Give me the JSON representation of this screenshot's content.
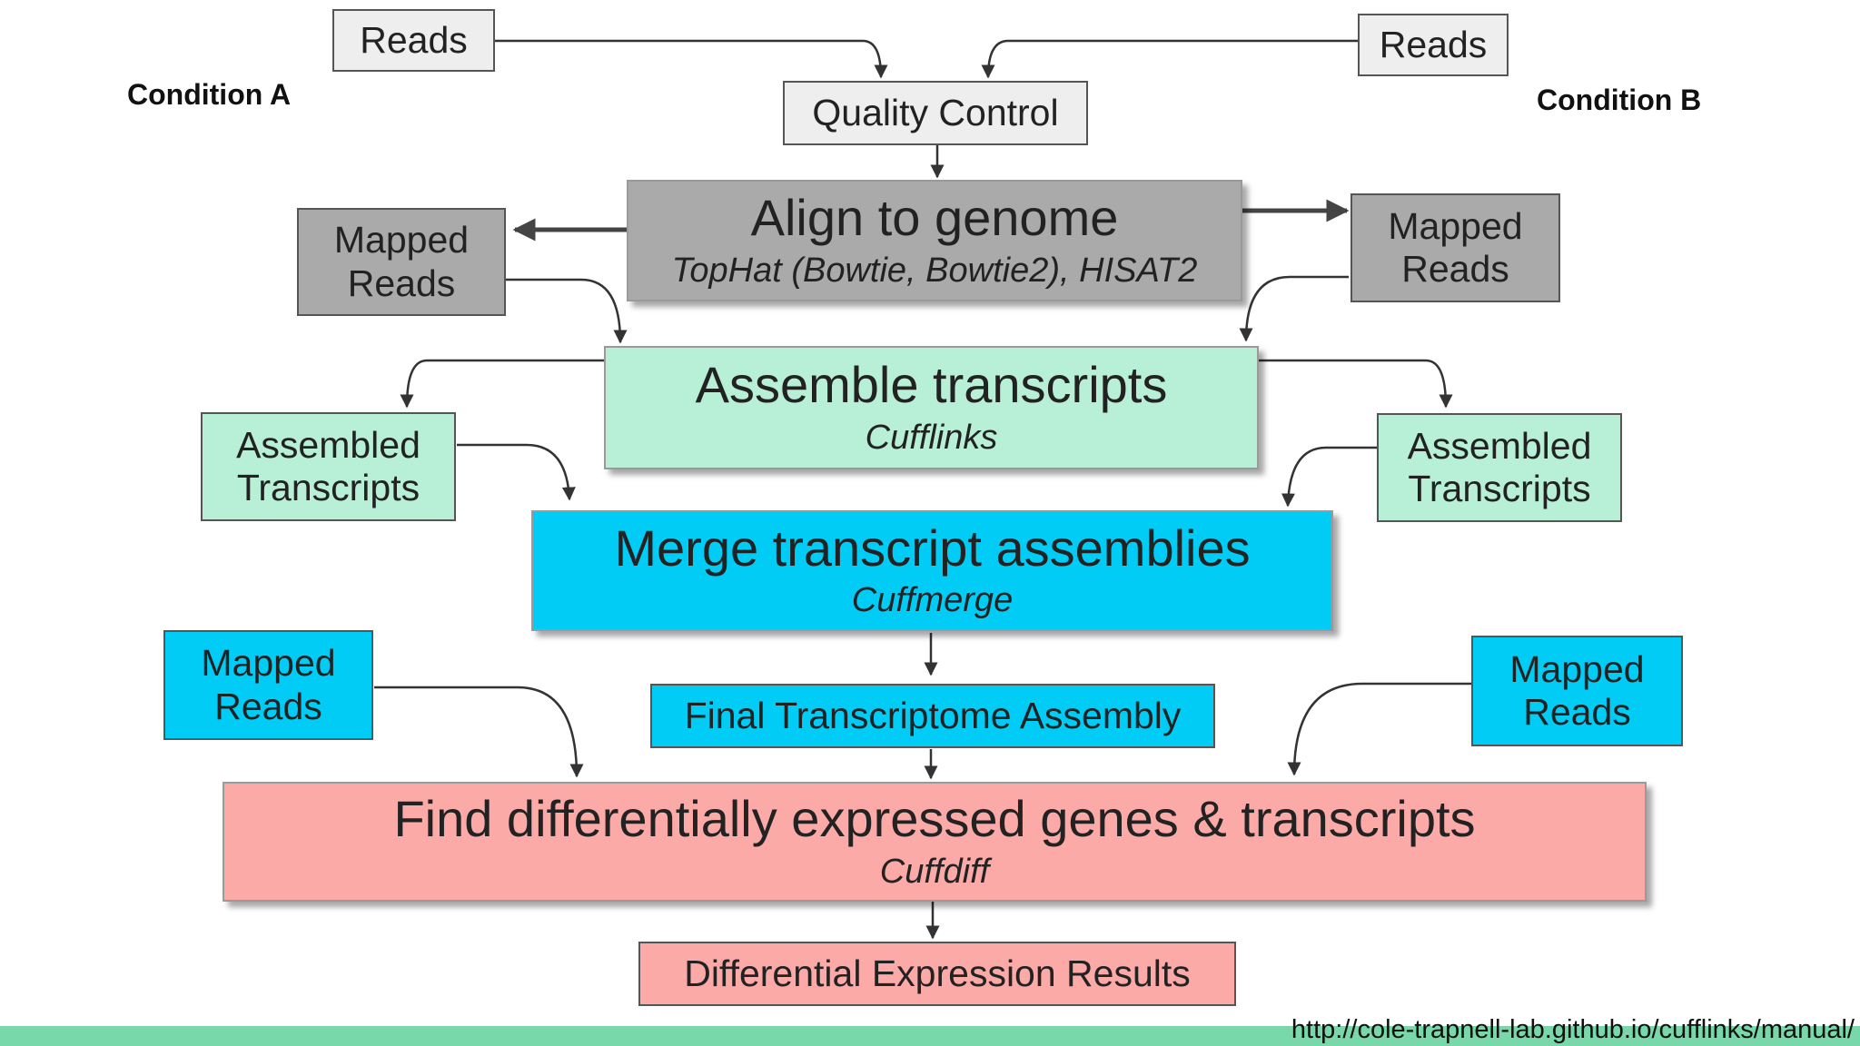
{
  "conditions": {
    "a": "Condition A",
    "b": "Condition B"
  },
  "reads": {
    "left": "Reads",
    "right": "Reads"
  },
  "quality_control": "Quality Control",
  "align": {
    "title": "Align to genome",
    "tools": "TopHat (Bowtie, Bowtie2),  HISAT2"
  },
  "mapped_reads_top": {
    "left": [
      "Mapped",
      "Reads"
    ],
    "right": [
      "Mapped",
      "Reads"
    ]
  },
  "assemble": {
    "title": "Assemble transcripts",
    "tool": "Cufflinks"
  },
  "assembled_transcripts": {
    "left": [
      "Assembled",
      "Transcripts"
    ],
    "right": [
      "Assembled",
      "Transcripts"
    ]
  },
  "merge": {
    "title": "Merge transcript assemblies",
    "tool": "Cuffmerge"
  },
  "final_assembly": "Final Transcriptome Assembly",
  "mapped_reads_bottom": {
    "left": [
      "Mapped",
      "Reads"
    ],
    "right": [
      "Mapped",
      "Reads"
    ]
  },
  "diff": {
    "title": "Find differentially expressed genes & transcripts",
    "tool": "Cuffdiff"
  },
  "results": "Differential Expression Results",
  "footer_url": "http://cole-trapnell-lab.github.io/cufflinks/manual/",
  "colors": {
    "light_gray": "#eeeeee",
    "dark_gray": "#aaaaaa",
    "green": "#b7f0d7",
    "cyan": "#00ccf5",
    "pink": "#fbaaa8",
    "bottom_bar": "#79d8aa"
  }
}
